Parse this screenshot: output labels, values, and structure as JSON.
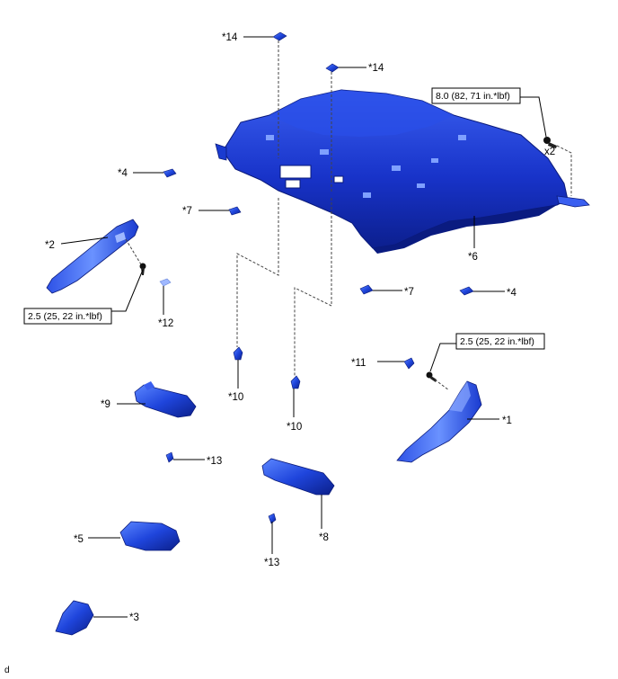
{
  "callouts": {
    "c14a": "*14",
    "c14b": "*14",
    "c4a": "*4",
    "c7a": "*7",
    "c2": "*2",
    "c6": "*6",
    "c7b": "*7",
    "c4b": "*4",
    "c12": "*12",
    "c11": "*11",
    "c10a": "*10",
    "c10b": "*10",
    "c9": "*9",
    "c1": "*1",
    "c13a": "*13",
    "c8": "*8",
    "c5": "*5",
    "c13b": "*13",
    "c3": "*3"
  },
  "torque": {
    "rear": "8.0 (82, 71 in.*lbf)",
    "rear_qty": "x2",
    "left": "2.5 (25, 22 in.*lbf)",
    "right": "2.5 (25, 22 in.*lbf)"
  },
  "footer": "d",
  "colors": {
    "part_fill": "#1a3fd8",
    "part_dark": "#0b1f8a",
    "part_light": "#5b86ff",
    "leader": "#000000"
  }
}
